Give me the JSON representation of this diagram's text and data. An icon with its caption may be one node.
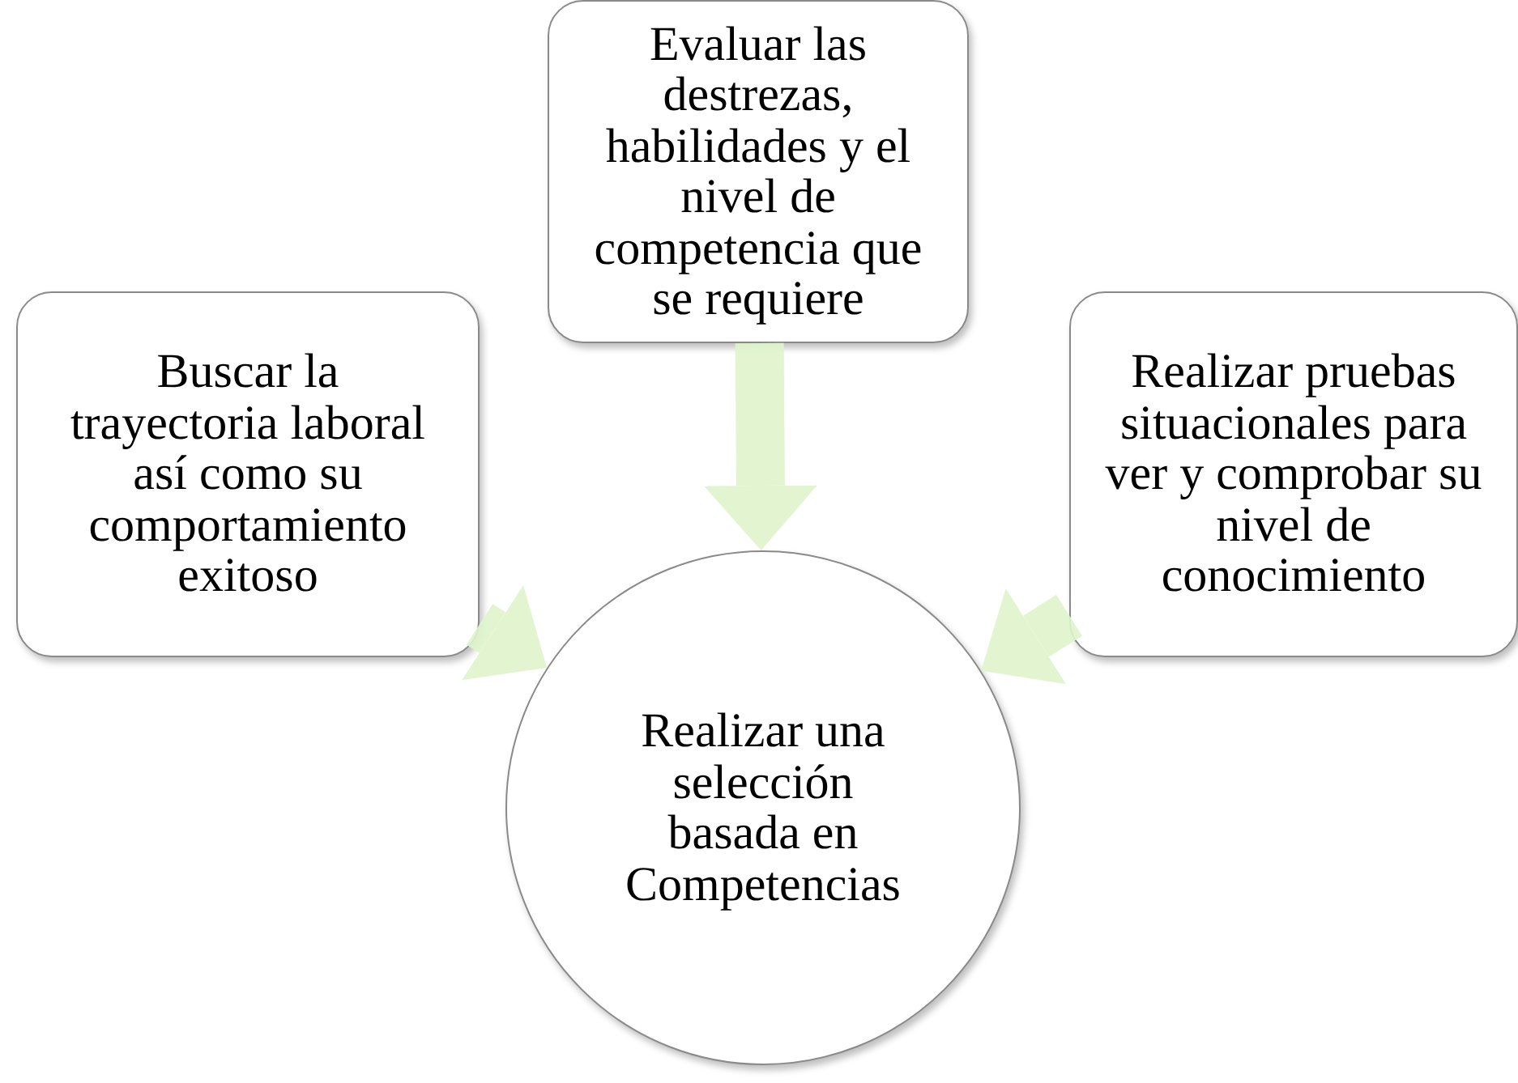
{
  "diagram": {
    "nodes": [
      {
        "text": [
          "Buscar  la trayectoria laboral  así como su comportamiento exitoso"
        ]
      },
      {
        "text": [
          "Evaluar las destrezas, habilidades y el nivel de competencia que se requiere"
        ]
      },
      {
        "text": [
          "Realizar pruebas situacionales para ver y comprobar su nivel de conocimiento"
        ]
      },
      {
        "text": [
          "Realizar una selección basada en Competencias"
        ]
      }
    ],
    "edges": [
      {
        "from": 0,
        "to": 3,
        "arrow": "to"
      },
      {
        "from": 1,
        "to": 3,
        "arrow": "to"
      },
      {
        "from": 2,
        "to": 3,
        "arrow": "to"
      }
    ]
  }
}
